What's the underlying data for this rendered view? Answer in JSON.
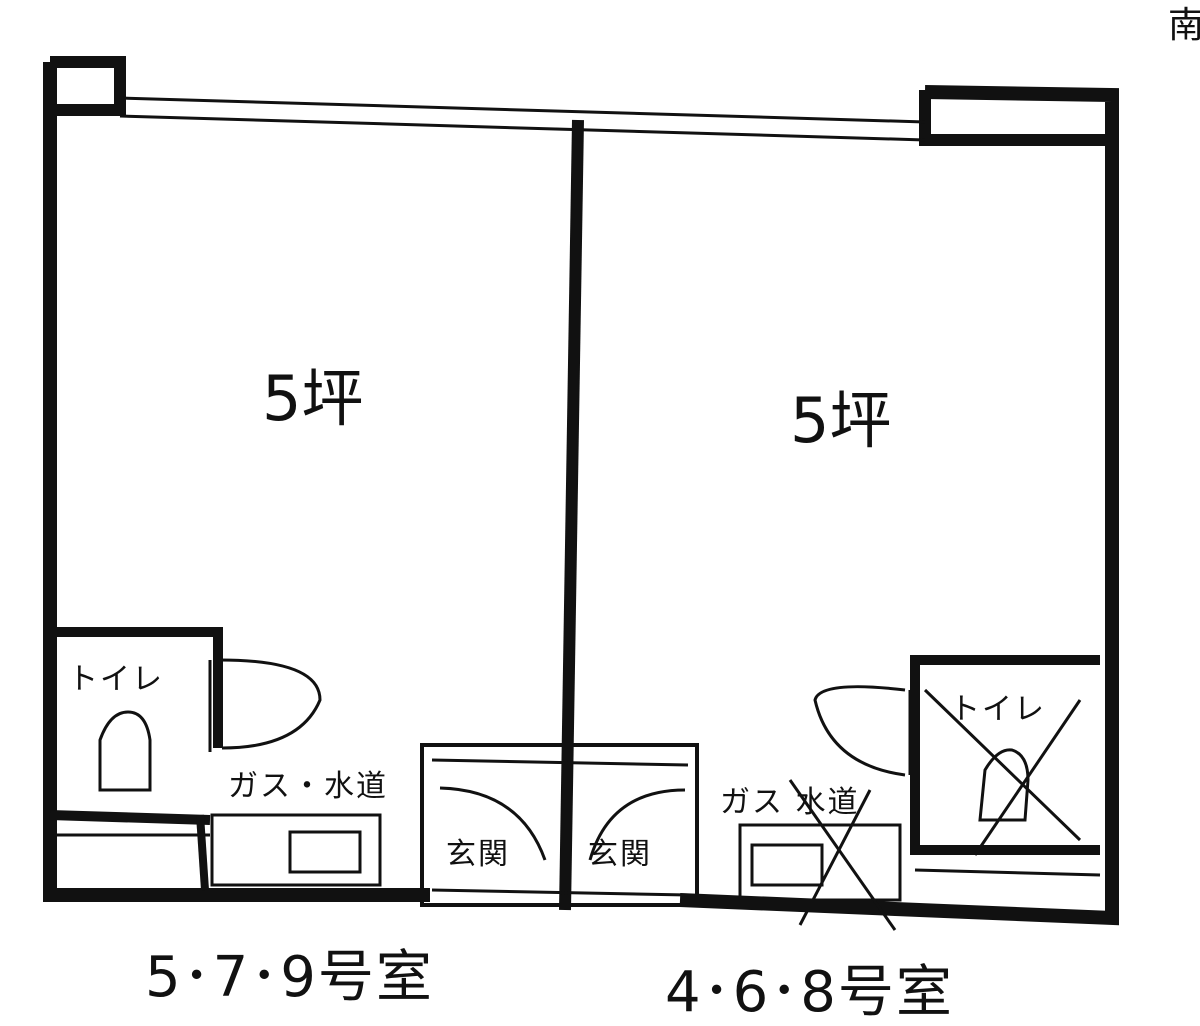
{
  "compass": {
    "label": "南"
  },
  "left_unit": {
    "room_size": "5坪",
    "toilet": "トイレ",
    "utilities": "ガス・水道",
    "entrance": "玄関",
    "rooms": "5･7･9号室"
  },
  "right_unit": {
    "room_size": "5坪",
    "toilet": "トイレ",
    "utilities": "ガス 水道",
    "entrance": "玄関",
    "rooms": "4･6･8号室"
  },
  "colors": {
    "wall": "#111111",
    "background": "#ffffff"
  }
}
